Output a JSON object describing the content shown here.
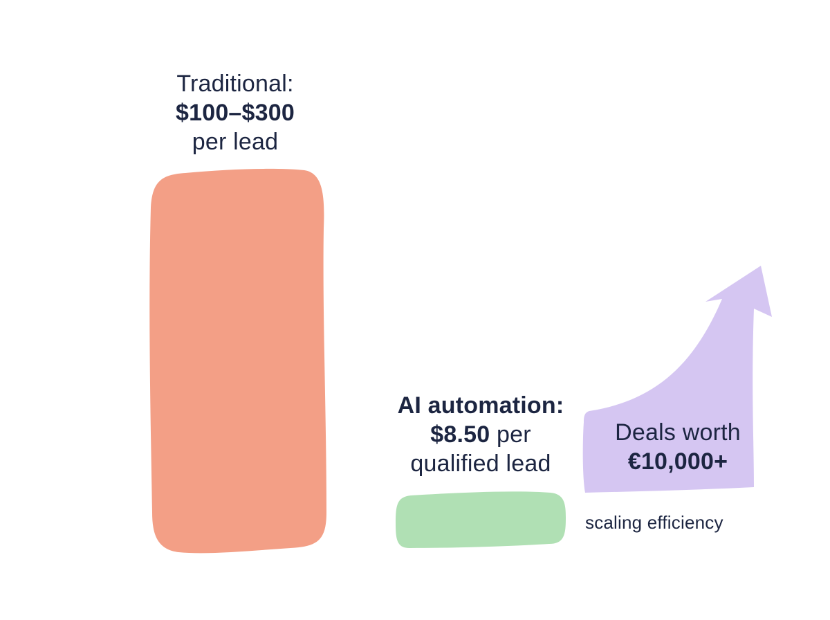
{
  "colors": {
    "traditional": "#f39f86",
    "ai": "#b0e0b4",
    "deals": "#d5c6f2",
    "text": "#1c2541"
  },
  "traditional": {
    "line1": "Traditional:",
    "line2": "$100–$300",
    "line3": "per lead"
  },
  "ai": {
    "line1": "AI automation:",
    "line2_value": "$8.50",
    "line2_suffix": " per",
    "line3": "qualified lead"
  },
  "deals": {
    "line1": "Deals worth",
    "line2": "€10,000+"
  },
  "scaling": {
    "text": "scaling efficiency"
  }
}
